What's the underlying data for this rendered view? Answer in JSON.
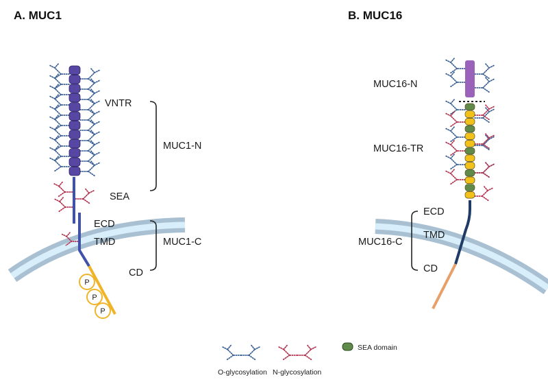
{
  "panels": {
    "muc1": {
      "title": "A. MUC1",
      "labels": {
        "vntr": "VNTR",
        "sea": "SEA",
        "ecd": "ECD",
        "tmd": "TMD",
        "cd": "CD"
      },
      "groups": {
        "n": "MUC1-N",
        "c": "MUC1-C"
      },
      "phospho": [
        "P",
        "P",
        "P"
      ]
    },
    "muc16": {
      "title": "B. MUC16",
      "labels": {
        "n": "MUC16-N",
        "tr": "MUC16-TR",
        "ecd": "ECD",
        "tmd": "TMD",
        "cd": "CD"
      },
      "groups": {
        "c": "MUC16-C"
      }
    }
  },
  "legend": {
    "o_glyco": "O-glycosylation",
    "n_glyco": "N-glycosylation",
    "sea_domain": "SEA domain"
  },
  "colors": {
    "muc1_vntr": "#5747a3",
    "muc1_stalk": "#3f51a8",
    "muc1_cd": "#f0b429",
    "muc16_n": "#9a62b8",
    "muc16_yellow": "#f2c21b",
    "muc16_green": "#5f8a4a",
    "muc16_stalk": "#1f3b66",
    "muc16_cd": "#e8a06a",
    "o_glyco": "#3b5f95",
    "n_glyco": "#b23350",
    "membrane": "#a8c0d2",
    "membrane_inner": "#d8eefa"
  }
}
